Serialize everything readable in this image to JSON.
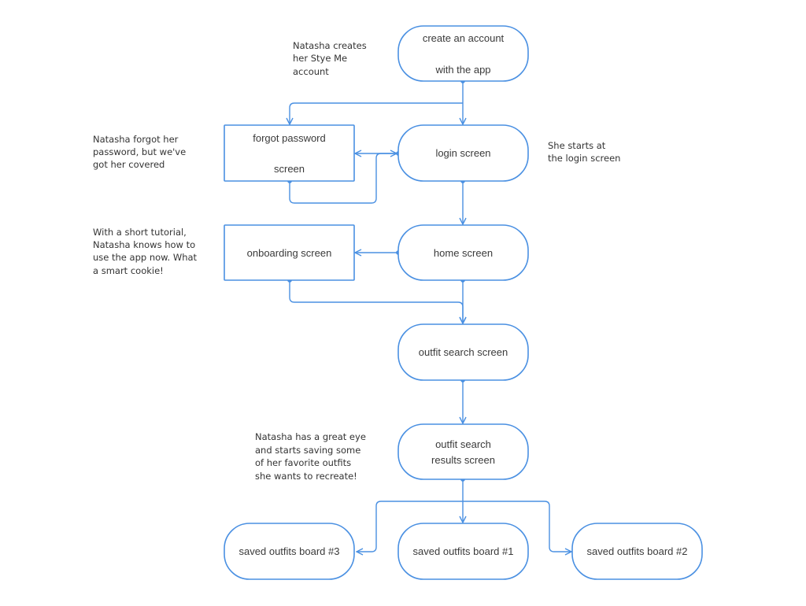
{
  "colors": {
    "stroke": "#4a90e2",
    "text": "#3a3a3a",
    "background": "#ffffff"
  },
  "nodes": {
    "create_account": [
      "create an account",
      "with the app"
    ],
    "login": [
      "login screen"
    ],
    "forgot_password": [
      "forgot password",
      "screen"
    ],
    "home": [
      "home screen"
    ],
    "onboarding": [
      "onboarding screen"
    ],
    "outfit_search": [
      "outfit search screen"
    ],
    "search_results": [
      "outfit search",
      "results screen"
    ],
    "board_3": [
      "saved outfits board #3"
    ],
    "board_1": [
      "saved outfits board #1"
    ],
    "board_2": [
      "saved outfits board #2"
    ]
  },
  "notes": {
    "create": [
      "Natasha creates",
      "her Stye Me",
      "account"
    ],
    "forgot": [
      "Natasha forgot her",
      "password, but we've",
      "got her covered"
    ],
    "login": [
      "She starts at",
      "the login screen"
    ],
    "onboarding": [
      "With a short tutorial,",
      "Natasha knows how to",
      "use the app now. What",
      "a smart cookie!"
    ],
    "results": [
      "Natasha has a great eye",
      "and starts saving some",
      "of her favorite outfits",
      "she wants to recreate!"
    ]
  }
}
